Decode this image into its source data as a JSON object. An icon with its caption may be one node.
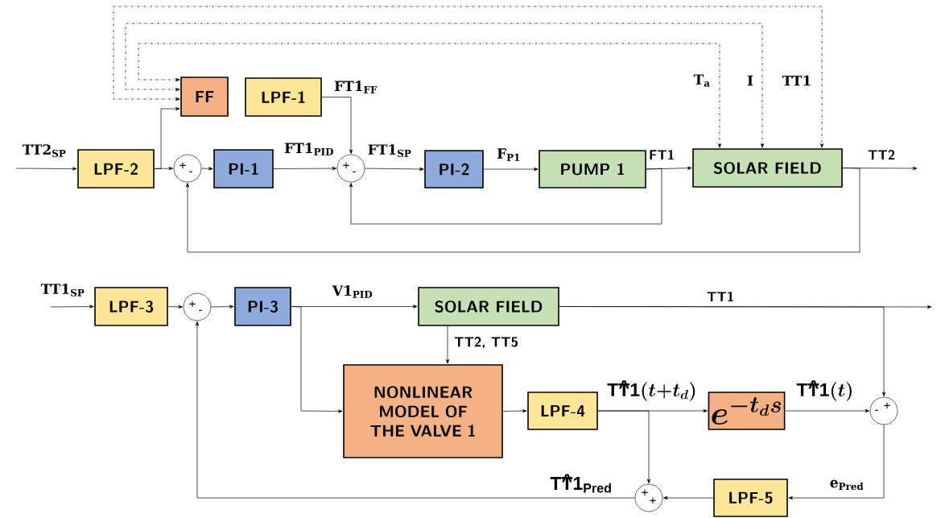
{
  "diagram": {
    "nodes": [
      {
        "text": [
          "FF"
        ]
      },
      {
        "text": [
          "LPF-1"
        ]
      },
      {
        "text": [
          "LPF-2"
        ]
      },
      {
        "text": [
          "+",
          "-"
        ]
      },
      {
        "text": [
          "PI-1"
        ]
      },
      {
        "text": [
          "+",
          "-"
        ]
      },
      {
        "text": [
          "PI-2"
        ]
      },
      {
        "text": [
          "PUMP 1"
        ]
      },
      {
        "text": [
          "SOLAR FIELD"
        ]
      },
      {
        "text": [
          "LPF-3"
        ]
      },
      {
        "text": [
          "+",
          "-"
        ]
      },
      {
        "text": [
          "PI-3"
        ]
      },
      {
        "text": [
          "SOLAR FIELD"
        ]
      },
      {
        "text": [
          "NONLINEAR MODEL OF THE VALVE 1"
        ]
      },
      {
        "text": [
          "LPF-4"
        ]
      },
      {
        "text": [
          "e^{-t_{d}s}"
        ]
      },
      {
        "text": [
          "+",
          "-"
        ]
      },
      {
        "text": [
          "LPF-5"
        ]
      },
      {
        "text": [
          "+",
          "+"
        ]
      }
    ],
    "edges": [
      {
        "from": null,
        "to": 2,
        "arrow": "to",
        "label": "TT2$_{SP}$"
      },
      {
        "from": 2,
        "to": 3,
        "arrow": "to"
      },
      {
        "from": 2,
        "to": 0,
        "arrow": "to"
      },
      {
        "from": 3,
        "to": 4,
        "arrow": "to"
      },
      {
        "from": 4,
        "to": 5,
        "arrow": "to",
        "label": "FT1$_{PID}$"
      },
      {
        "from": 1,
        "to": 5,
        "arrow": "to",
        "label": "FT1$_{FF}$"
      },
      {
        "from": 5,
        "to": 6,
        "arrow": "to",
        "label": "FT1$_{SP}$"
      },
      {
        "from": 6,
        "to": 7,
        "arrow": "to",
        "label": "F$_{P1}$"
      },
      {
        "from": 7,
        "to": 8,
        "arrow": "to",
        "label": "FT1"
      },
      {
        "from": 7,
        "to": 5,
        "arrow": "to"
      },
      {
        "from": 8,
        "to": 3,
        "arrow": "to"
      },
      {
        "from": 8,
        "to": null,
        "arrow": "to",
        "label": "TT2"
      },
      {
        "from": 0,
        "to": 8,
        "arrow": "both",
        "label": "T$_{a}$",
        "style": "dashed"
      },
      {
        "from": 0,
        "to": 8,
        "arrow": "both",
        "label": "I",
        "style": "dashed"
      },
      {
        "from": 0,
        "to": 8,
        "arrow": "both",
        "label": "TT1",
        "style": "dashed"
      },
      {
        "from": null,
        "to": 9,
        "arrow": "to",
        "label": "TT1$_{SP}$"
      },
      {
        "from": 9,
        "to": 10,
        "arrow": "to"
      },
      {
        "from": 10,
        "to": 11,
        "arrow": "to"
      },
      {
        "from": 11,
        "to": 12,
        "arrow": "to",
        "label": "V1$_{PID}$"
      },
      {
        "from": 11,
        "to": 13,
        "arrow": "to"
      },
      {
        "from": 12,
        "to": 13,
        "arrow": "to",
        "label": "TT2, TT5"
      },
      {
        "from": 12,
        "to": null,
        "arrow": "to",
        "label": "TT1"
      },
      {
        "from": 12,
        "to": 16,
        "arrow": "to"
      },
      {
        "from": 13,
        "to": 14,
        "arrow": "to"
      },
      {
        "from": 14,
        "to": 15,
        "arrow": "to",
        "label": "\\mathrm{T\\hat{T}1}(t{+}t_{d})"
      },
      {
        "from": 14,
        "to": 18,
        "arrow": "to"
      },
      {
        "from": 15,
        "to": 16,
        "arrow": "to",
        "label": "\\mathrm{T\\hat{T}1}(t)"
      },
      {
        "from": 16,
        "to": 17,
        "arrow": "to",
        "label": "e$_{Pred}$"
      },
      {
        "from": 17,
        "to": 18,
        "arrow": "to"
      },
      {
        "from": 18,
        "to": 10,
        "arrow": "to",
        "label": "\\mathrm{T\\hat{T}1}_{\\mathrm{Pred}}"
      }
    ]
  }
}
